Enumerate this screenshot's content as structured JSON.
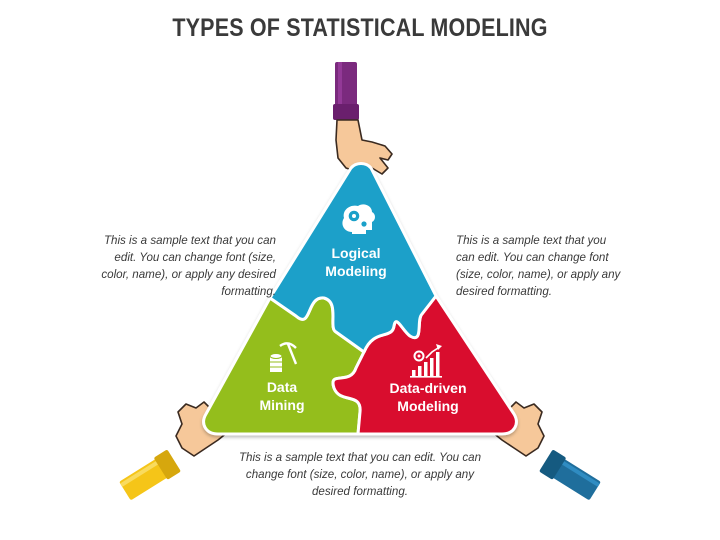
{
  "title": "TYPES OF STATISTICAL MODELING",
  "pieces": {
    "top": {
      "line1": "Logical",
      "line2": "Modeling",
      "color": "#1aa0c9",
      "icon": "brain-gears-icon"
    },
    "left": {
      "line1": "Data",
      "line2": "Mining",
      "color": "#94be1e",
      "icon": "coins-pickaxe-icon"
    },
    "right": {
      "line1": "Data-driven",
      "line2": "Modeling",
      "color": "#d9102f",
      "icon": "growth-chart-icon"
    }
  },
  "descriptions": {
    "left": "This is a sample text that you can edit. You can change font (size, color, name), or apply any desired formatting.",
    "right": "This is a sample text that you can edit. You can change font (size, color, name), or apply any desired formatting.",
    "bottom": "This is a sample text that you can edit. You can change font (size, color, name), or apply any desired formatting."
  },
  "sleeves": {
    "top": "#7b2a7e",
    "left": "#f5c518",
    "right": "#1f6e9c"
  }
}
